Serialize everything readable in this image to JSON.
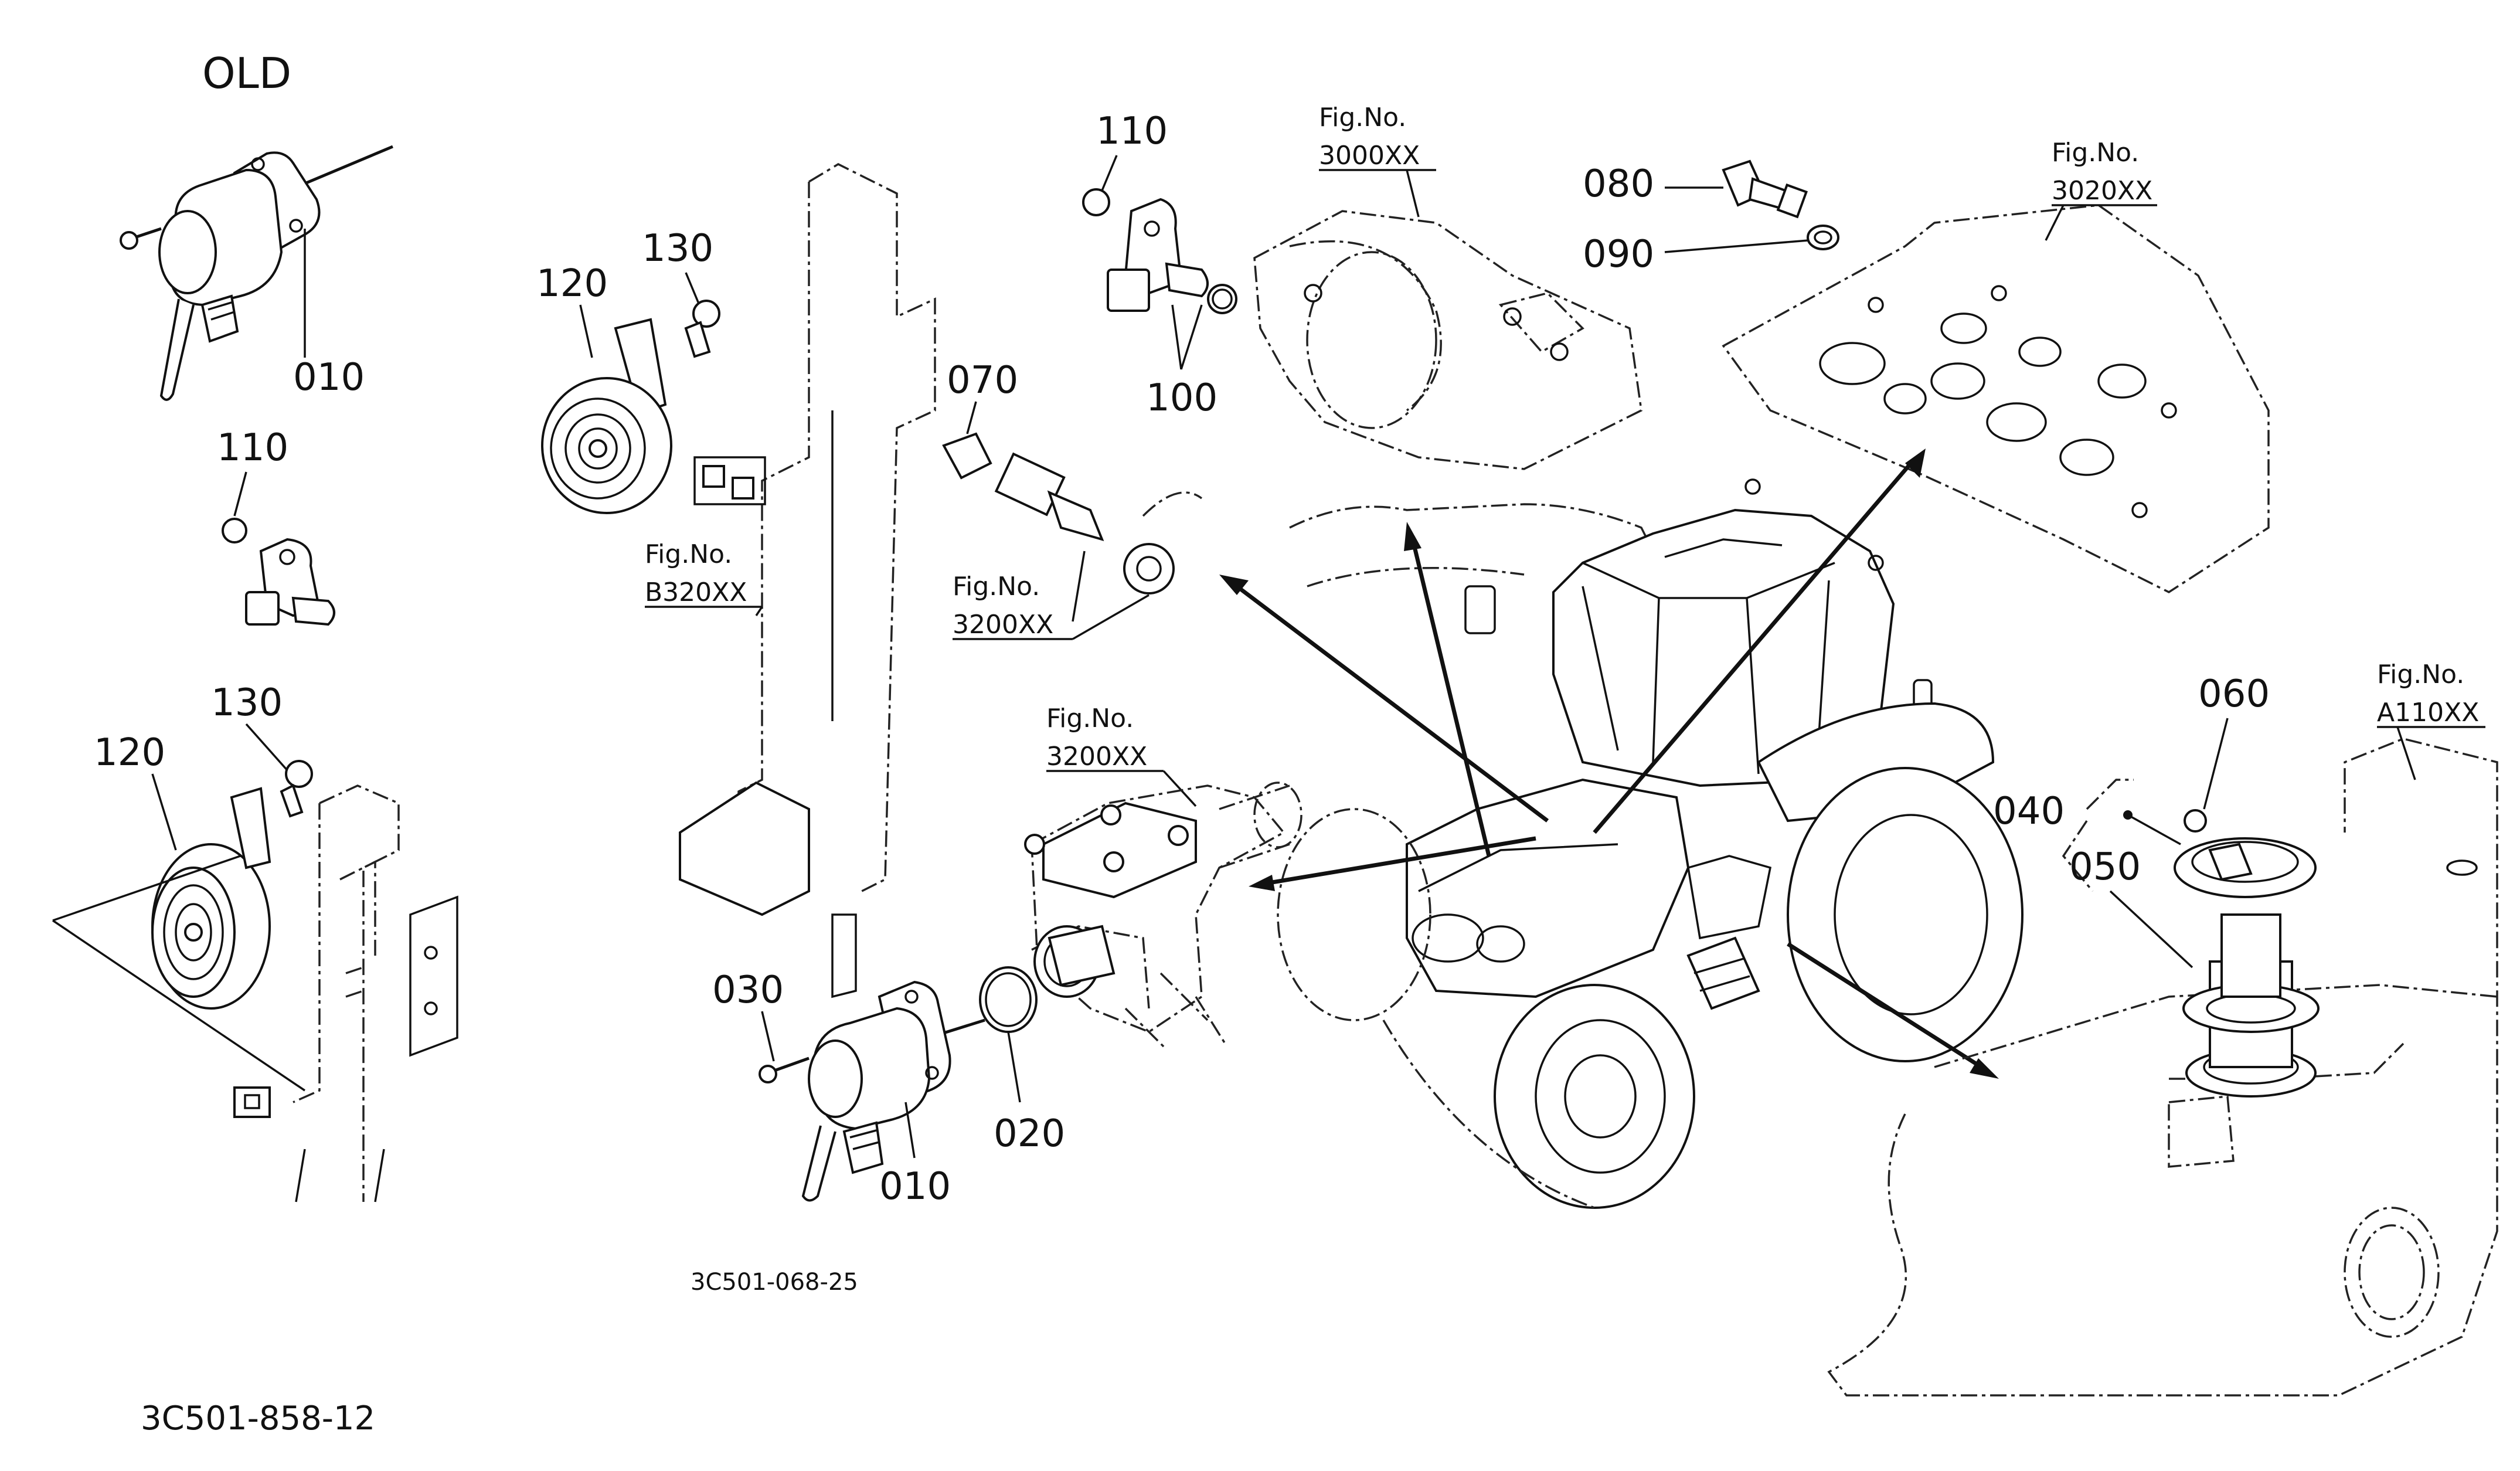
{
  "diagram": {
    "header": "OLD",
    "drawing_number": "3C501-858-12",
    "sub_drawing_number": "3C501-068-25",
    "part_labels": {
      "p010_old": "010",
      "p110_old": "110",
      "p130_old": "130",
      "p120_old": "120",
      "p120_new": "120",
      "p130_new": "130",
      "p070": "070",
      "p110_new": "110",
      "p100": "100",
      "p080": "080",
      "p090": "090",
      "p030": "030",
      "p020": "020",
      "p010_new": "010",
      "p060": "060",
      "p040": "040",
      "p050": "050"
    },
    "figure_refs": {
      "b320": {
        "prefix": "Fig.No.",
        "number": "B320XX"
      },
      "f3200_upper": {
        "prefix": "Fig.No.",
        "number": "3200XX"
      },
      "f3000": {
        "prefix": "Fig.No.",
        "number": "3000XX"
      },
      "f3020": {
        "prefix": "Fig.No.",
        "number": "3020XX"
      },
      "f3200_lower": {
        "prefix": "Fig.No.",
        "number": "3200XX"
      },
      "a110": {
        "prefix": "Fig.No.",
        "number": "A110XX"
      }
    }
  }
}
